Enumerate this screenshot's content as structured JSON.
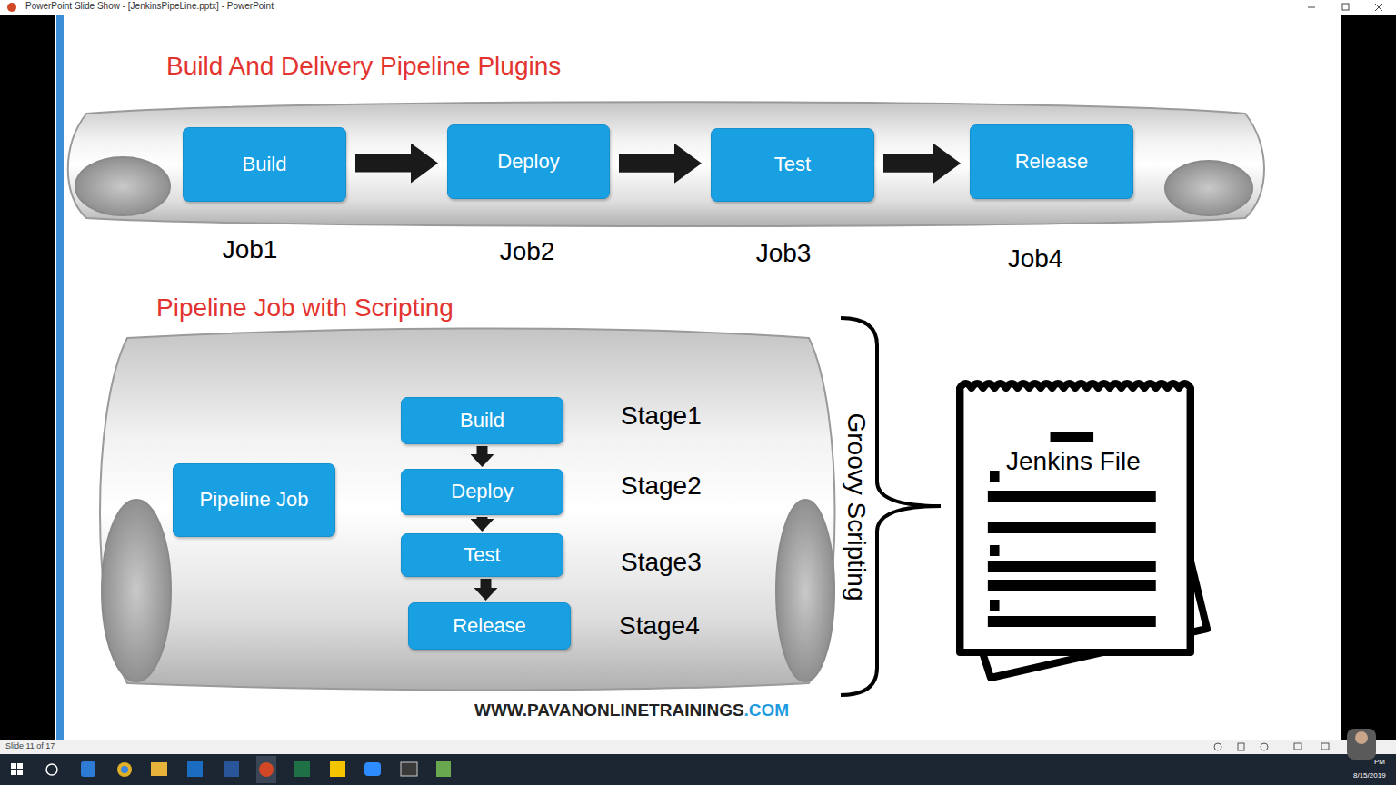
{
  "diagram": {
    "title": "Build And Delivery Pipeline Plugins",
    "nodes": [
      {
        "text": [
          "Build"
        ]
      },
      {
        "text": [
          "Deploy"
        ]
      },
      {
        "text": [
          "Test"
        ]
      },
      {
        "text": [
          "Release"
        ]
      },
      {
        "text": [
          "Pipeline Job"
        ]
      },
      {
        "text": [
          "Build"
        ]
      },
      {
        "text": [
          "Deploy"
        ]
      },
      {
        "text": [
          "Test"
        ]
      },
      {
        "text": [
          "Release"
        ]
      },
      {
        "text": [
          "Jenkins File"
        ]
      }
    ],
    "edges": [
      {
        "from": 0,
        "to": 1,
        "arrow": "to"
      },
      {
        "from": 1,
        "to": 2,
        "arrow": "to"
      },
      {
        "from": 2,
        "to": 3,
        "arrow": "to"
      },
      {
        "from": 5,
        "to": 6,
        "arrow": "to"
      },
      {
        "from": 6,
        "to": 7,
        "arrow": "to"
      },
      {
        "from": 7,
        "to": 8,
        "arrow": "to"
      }
    ],
    "labels": [
      "PowerPoint Slide Show - [JenkinsPipeLine.pptx] - PowerPoint",
      "Job1",
      "Job2",
      "Job3",
      "Job4",
      "Pipeline Job with Scripting",
      "Stage1",
      "Stage2",
      "Stage3",
      "Stage4",
      "Groovy Scripting",
      "WWW.PAVANONLINETRAININGS",
      ".COM",
      "Slide 11 of 17",
      "PM",
      "8/15/2019"
    ]
  }
}
